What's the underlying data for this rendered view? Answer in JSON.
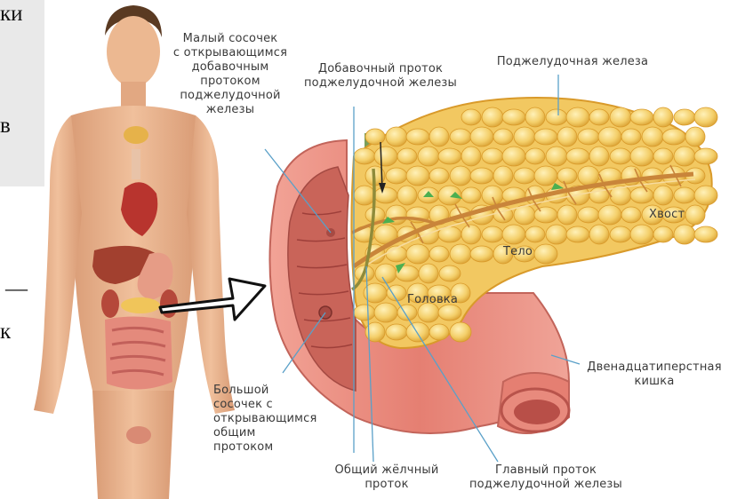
{
  "slide_fragments": {
    "frag1": "ки",
    "frag2": "в",
    "frag3": "—",
    "frag4": "к"
  },
  "labels": {
    "minor_papilla": "Малый сосочек\nс открывающимся\nдобавочным\nпротоком\nподжелудочной\nжелезы",
    "accessory_duct": "Добавочный проток\nподжелудочной железы",
    "pancreas": "Поджелудочная железа",
    "tail": "Хвост",
    "body": "Тело",
    "head": "Головка",
    "duodenum": "Двенадцатиперстная\nкишка",
    "major_papilla": "Большой\nсосочек с\nоткрывающимся\nобщим\nпротоком",
    "common_bile_duct": "Общий жёлчный\nпроток",
    "main_duct": "Главный проток\nподжелудочной железы"
  },
  "colors": {
    "pancreas": "#f2c861",
    "pancreas_edge": "#d99a2a",
    "intestine": "#e8897d",
    "intestine_inner": "#c65a52",
    "skin": "#e7b08a",
    "leader_line": "#5aa0c8",
    "duct": "#c9853a"
  }
}
